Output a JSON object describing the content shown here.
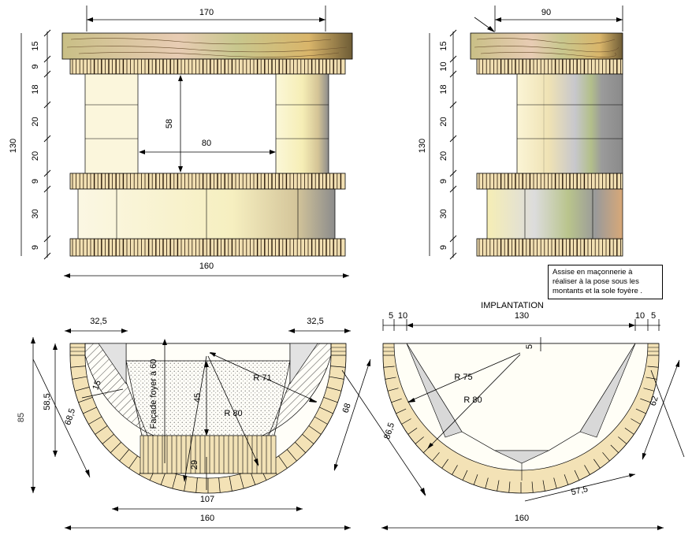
{
  "note": "Assise en maçonnerie à réaliser à la pose sous les montants et la sole foyère .",
  "implantation_title": "IMPLANTATION",
  "front_view": {
    "width_top": "170",
    "width_bottom": "160",
    "total_height": "130",
    "opening_width": "80",
    "opening_height": "58",
    "rows": [
      "15",
      "9",
      "18",
      "20",
      "20",
      "9",
      "30",
      "9"
    ]
  },
  "side_view": {
    "width_top": "90",
    "total_height": "130",
    "rows": [
      "15",
      "10",
      "18",
      "20",
      "20",
      "9",
      "30",
      "9"
    ]
  },
  "plan_left": {
    "side_left": "32,5",
    "side_right": "32,5",
    "height_total": "85",
    "height_a": "58,5",
    "diag_left": "68,5",
    "diag_right": "68",
    "angle": "15",
    "facade": "Façade foyer à 60",
    "depth": "45",
    "r71": "R 71",
    "r80": "R 80",
    "bottom_a": "29",
    "bottom_b": "107",
    "width": "160"
  },
  "plan_right": {
    "top_dims": [
      "5",
      "10",
      "130",
      "10",
      "5"
    ],
    "r75": "R 75",
    "r80": "R 80",
    "v5": "5",
    "diag_left": "86,5",
    "diag_right": "62",
    "bottom_a": "57,5",
    "width": "160"
  }
}
